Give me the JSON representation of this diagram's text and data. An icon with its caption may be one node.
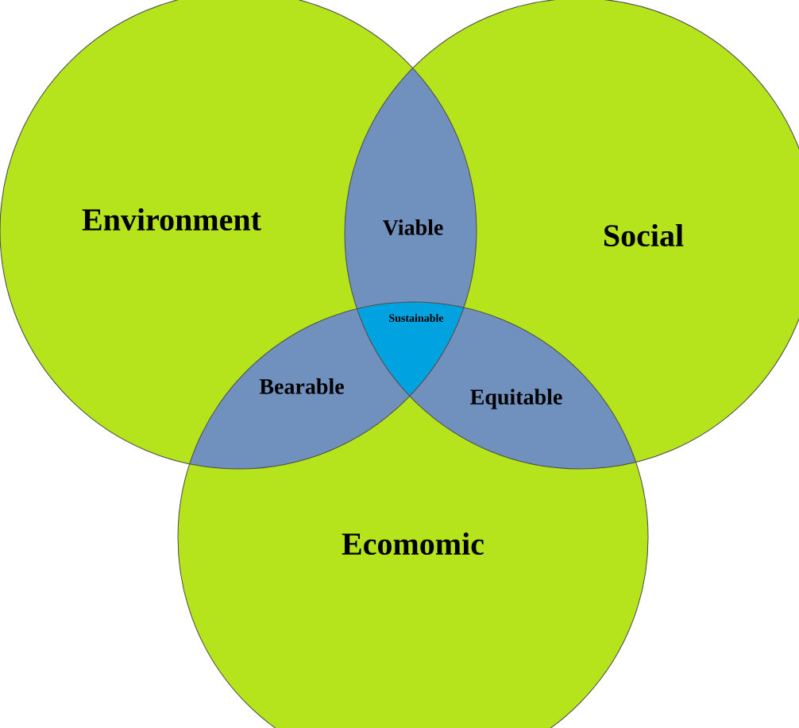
{
  "diagram": {
    "nodes": [
      {
        "text": [
          "Environment"
        ]
      },
      {
        "text": [
          "Social"
        ]
      },
      {
        "text": [
          "Ecomomic"
        ]
      },
      {
        "text": [
          "Viable"
        ]
      },
      {
        "text": [
          "Sustainable"
        ]
      },
      {
        "text": [
          "Bearable"
        ]
      },
      {
        "text": [
          "Equitable"
        ]
      }
    ]
  }
}
